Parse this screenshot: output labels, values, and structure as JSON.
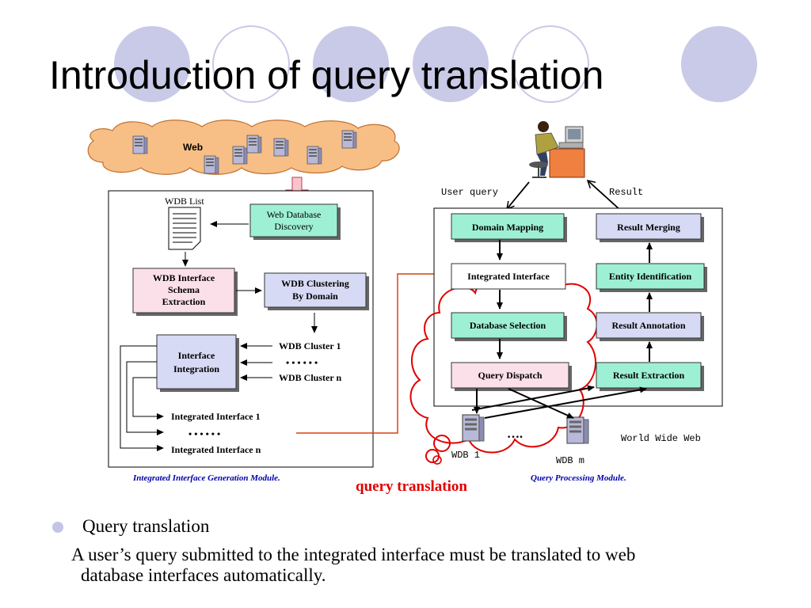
{
  "slide": {
    "title": "Introduction of query translation",
    "bullet": "Query translation",
    "body_line1": "A user’s query submitted to the integrated interface must be translated to web",
    "body_line2": "database interfaces automatically."
  },
  "colors": {
    "circle_fill": "#c9c9e8",
    "circle_outline": "#c9c9e8",
    "cloud_fill": "#f7bf86",
    "green_box": "#9ef0d4",
    "blue_box": "#d6daf4",
    "pink_box": "#fbe0ea",
    "red_outline": "#e00000",
    "caption_blue": "#0000aa",
    "connector_orange": "#d84010"
  },
  "diagram": {
    "web_label": "Web",
    "wdb_list": "WDB List",
    "web_database_discovery": [
      "Web Database",
      "Discovery"
    ],
    "wdb_interface_schema_extraction": [
      "WDB Interface",
      "Schema",
      "Extraction"
    ],
    "wdb_clustering_by_domain": [
      "WDB Clustering",
      "By Domain"
    ],
    "wdb_cluster_1": "WDB Cluster 1",
    "dots": "• • • • • •",
    "wdb_cluster_n": "WDB Cluster n",
    "interface_integration": [
      "Interface",
      "Integration"
    ],
    "integrated_interface_1": "Integrated Interface 1",
    "integrated_interface_n": "Integrated Interface n",
    "left_caption": "Integrated Interface Generation Module.",
    "user_query": "User query",
    "result": "Result",
    "domain_mapping": "Domain Mapping",
    "result_merging": "Result Merging",
    "integrated_interface": "Integrated Interface",
    "entity_identification": "Entity Identification",
    "database_selection": "Database Selection",
    "result_annotation": "Result Annotation",
    "query_dispatch": "Query Dispatch",
    "result_extraction": "Result Extraction",
    "wdb_1": "WDB 1",
    "wdb_m": "WDB m",
    "ellipsis": "….",
    "world_wide_web": "World Wide Web",
    "query_translation": "query translation",
    "right_caption": "Query Processing Module."
  }
}
